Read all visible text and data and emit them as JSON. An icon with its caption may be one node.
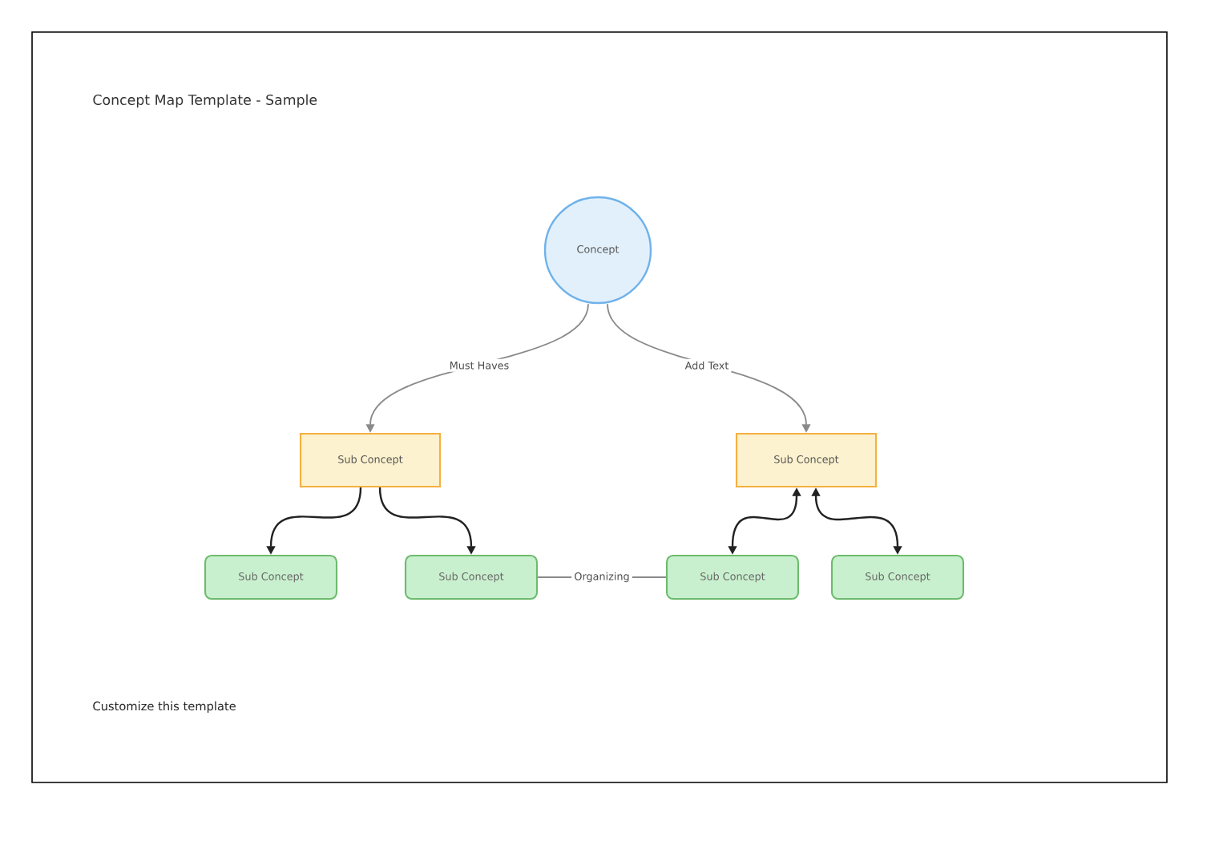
{
  "diagram": {
    "title": "Concept Map Template - Sample",
    "nodes": [
      {
        "text": [
          "Concept"
        ]
      },
      {
        "text": [
          "Sub Concept"
        ]
      },
      {
        "text": [
          "Sub Concept"
        ]
      },
      {
        "text": [
          "Sub Concept"
        ]
      },
      {
        "text": [
          "Sub Concept"
        ]
      },
      {
        "text": [
          "Sub Concept"
        ]
      },
      {
        "text": [
          "Sub Concept"
        ]
      }
    ],
    "edges": [
      {
        "from": 0,
        "to": 1,
        "arrow": "to",
        "label": "Must Haves",
        "color": "#8a8a8a"
      },
      {
        "from": 0,
        "to": 2,
        "arrow": "to",
        "label": "Add Text",
        "color": "#8a8a8a"
      },
      {
        "from": 1,
        "to": 3,
        "arrow": "to"
      },
      {
        "from": 1,
        "to": 4,
        "arrow": "to"
      },
      {
        "from": 2,
        "to": 5,
        "arrow": "both"
      },
      {
        "from": 2,
        "to": 6,
        "arrow": "both"
      },
      {
        "from": 4,
        "to": 5,
        "arrow": "none",
        "label": "Organizing",
        "color": "#8a8a8a"
      }
    ],
    "labels": [
      "Customize this template"
    ]
  }
}
